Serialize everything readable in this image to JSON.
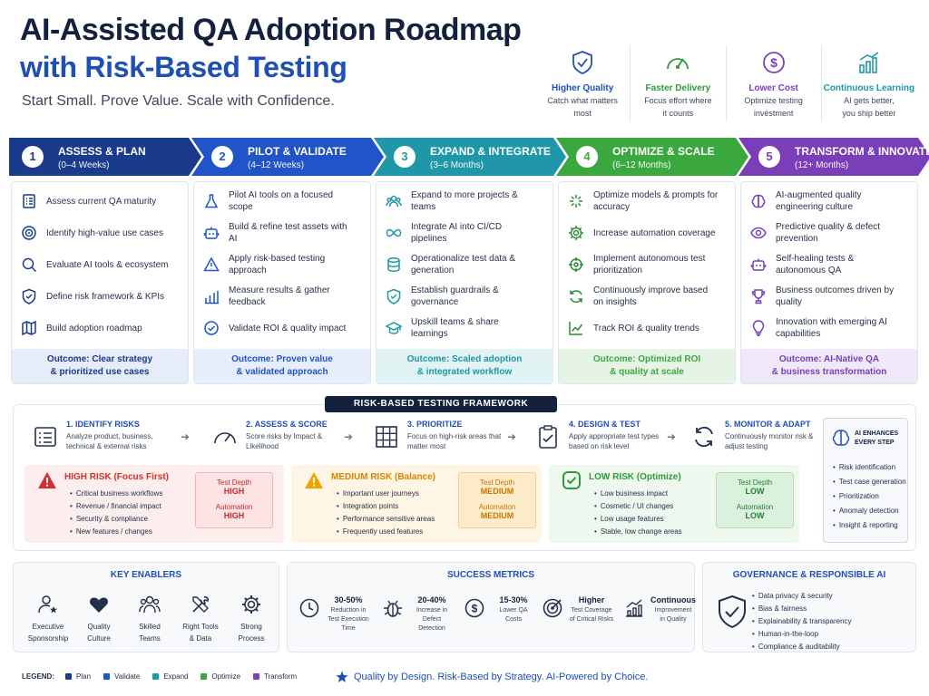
{
  "header": {
    "title_line1": "AI-Assisted QA Adoption Roadmap",
    "title_line2": "with Risk-Based Testing",
    "tagline": "Start Small. Prove Value. Scale with Confidence."
  },
  "benefits": [
    {
      "title": "Higher Quality",
      "line1": "Catch what matters",
      "line2": "most",
      "icon": "shield-check-icon"
    },
    {
      "title": "Faster Delivery",
      "line1": "Focus effort where",
      "line2": "it counts",
      "icon": "speedometer-icon"
    },
    {
      "title": "Lower Cost",
      "line1": "Optimize testing",
      "line2": "investment",
      "icon": "dollar-icon"
    },
    {
      "title": "Continuous Learning",
      "line1": "AI gets better,",
      "line2": "you ship better",
      "icon": "growth-chart-icon"
    }
  ],
  "phases": [
    {
      "num": "1",
      "name": "ASSESS & PLAN",
      "duration": "(0–4 Weeks)",
      "color": "#1a3a8c",
      "items": [
        "Assess current QA maturity",
        "Identify high-value use cases",
        "Evaluate AI tools & ecosystem",
        "Define risk framework & KPIs",
        "Build adoption roadmap"
      ],
      "outcome1": "Outcome: Clear strategy",
      "outcome2": "& prioritized use cases"
    },
    {
      "num": "2",
      "name": "PILOT & VALIDATE",
      "duration": "(4–12 Weeks)",
      "color": "#2153c9",
      "items": [
        "Pilot AI tools on a focused scope",
        "Build & refine test assets with AI",
        "Apply risk-based testing approach",
        "Measure results & gather feedback",
        "Validate ROI & quality impact"
      ],
      "outcome1": "Outcome: Proven value",
      "outcome2": "& validated approach"
    },
    {
      "num": "3",
      "name": "EXPAND & INTEGRATE",
      "duration": "(3–6 Months)",
      "color": "#1f97a8",
      "items": [
        "Expand to more projects & teams",
        "Integrate AI into CI/CD pipelines",
        "Operationalize test data & generation",
        "Establish guardrails & governance",
        "Upskill teams & share learnings"
      ],
      "outcome1": "Outcome: Scaled adoption",
      "outcome2": "& integrated workflow"
    },
    {
      "num": "4",
      "name": "OPTIMIZE & SCALE",
      "duration": "(6–12 Months)",
      "color": "#3aa83f",
      "items": [
        "Optimize models & prompts for accuracy",
        "Increase automation coverage",
        "Implement autonomous test prioritization",
        "Continuously improve based on insights",
        "Track ROI & quality trends"
      ],
      "outcome1": "Outcome: Optimized ROI",
      "outcome2": "& quality at scale"
    },
    {
      "num": "5",
      "name": "TRANSFORM & INNOVATE",
      "duration": "(12+ Months)",
      "color": "#7a3fb8",
      "items": [
        "AI-augmented quality engineering culture",
        "Predictive quality & defect prevention",
        "Self-healing tests & autonomous QA",
        "Business outcomes driven by quality",
        "Innovation with emerging AI capabilities"
      ],
      "outcome1": "Outcome: AI-Native QA",
      "outcome2": "& business transformation"
    }
  ],
  "framework": {
    "title": "RISK-BASED TESTING FRAMEWORK",
    "steps": [
      {
        "title": "1. IDENTIFY RISKS",
        "desc": "Analyze product, business, technical & external risks"
      },
      {
        "title": "2. ASSESS & SCORE",
        "desc": "Score risks by Impact & Likelihood"
      },
      {
        "title": "3. PRIORITIZE",
        "desc": "Focus on high-risk areas that matter most"
      },
      {
        "title": "4. DESIGN & TEST",
        "desc": "Apply appropriate test types based on risk level"
      },
      {
        "title": "5. MONITOR & ADAPT",
        "desc": "Continuously monitor risk & adjust testing"
      }
    ],
    "risks": [
      {
        "title": "HIGH RISK (Focus First)",
        "color": "#d62f2f",
        "bg": "#fdeeee",
        "items": [
          "Critical business workflows",
          "Revenue / financial impact",
          "Security & compliance",
          "New features / changes"
        ],
        "depth_label": "Test Depth",
        "depth": "HIGH",
        "auto_label": "Automation",
        "auto": "HIGH"
      },
      {
        "title": "MEDIUM RISK (Balance)",
        "color": "#e08a00",
        "bg": "#fff5e4",
        "items": [
          "Important user journeys",
          "Integration points",
          "Performance sensitive areas",
          "Frequently used features"
        ],
        "depth_label": "Test Depth",
        "depth": "MEDIUM",
        "auto_label": "Automation",
        "auto": "MEDIUM"
      },
      {
        "title": "LOW RISK (Optimize)",
        "color": "#2e9a3c",
        "bg": "#eef8ee",
        "items": [
          "Low business impact",
          "Cosmetic / UI changes",
          "Low usage features",
          "Stable, low change areas"
        ],
        "depth_label": "Test Depth",
        "depth": "LOW",
        "auto_label": "Automation",
        "auto": "LOW"
      }
    ],
    "ai_box": {
      "title_line1": "AI ENHANCES",
      "title_line2": "EVERY STEP",
      "items": [
        "Risk identification",
        "Test case generation",
        "Prioritization",
        "Anomaly detection",
        "Insight & reporting"
      ]
    }
  },
  "enablers": {
    "title": "KEY ENABLERS",
    "items": [
      {
        "line1": "Executive",
        "line2": "Sponsorship"
      },
      {
        "line1": "Quality",
        "line2": "Culture"
      },
      {
        "line1": "Skilled",
        "line2": "Teams"
      },
      {
        "line1": "Right Tools",
        "line2": "& Data"
      },
      {
        "line1": "Strong",
        "line2": "Process"
      }
    ]
  },
  "metrics": {
    "title": "SUCCESS METRICS",
    "items": [
      {
        "value": "30-50%",
        "l1": "Reduction in",
        "l2": "Test Execution",
        "l3": "Time"
      },
      {
        "value": "20-40%",
        "l1": "Increase in Defect",
        "l2": "Detection",
        "l3": ""
      },
      {
        "value": "15-30%",
        "l1": "Lower QA",
        "l2": "Costs",
        "l3": ""
      },
      {
        "value": "Higher",
        "l1": "Test Coverage",
        "l2": "of Critical Risks",
        "l3": ""
      },
      {
        "value": "Continuous",
        "l1": "Improvement",
        "l2": "in Quality",
        "l3": ""
      }
    ]
  },
  "governance": {
    "title": "GOVERNANCE & RESPONSIBLE AI",
    "items": [
      "Data privacy & security",
      "Bias & fairness",
      "Explainability & transparency",
      "Human-in-the-loop",
      "Compliance & auditability"
    ]
  },
  "legend": {
    "title": "LEGEND:",
    "items": [
      {
        "label": "Plan",
        "color": "#1a3a8c"
      },
      {
        "label": "Validate",
        "color": "#2153c9"
      },
      {
        "label": "Expand",
        "color": "#1f97a8"
      },
      {
        "label": "Optimize",
        "color": "#3aa83f"
      },
      {
        "label": "Transform",
        "color": "#7a3fb8"
      }
    ]
  },
  "motto": "Quality by Design. Risk-Based by Strategy. AI-Powered by Choice."
}
